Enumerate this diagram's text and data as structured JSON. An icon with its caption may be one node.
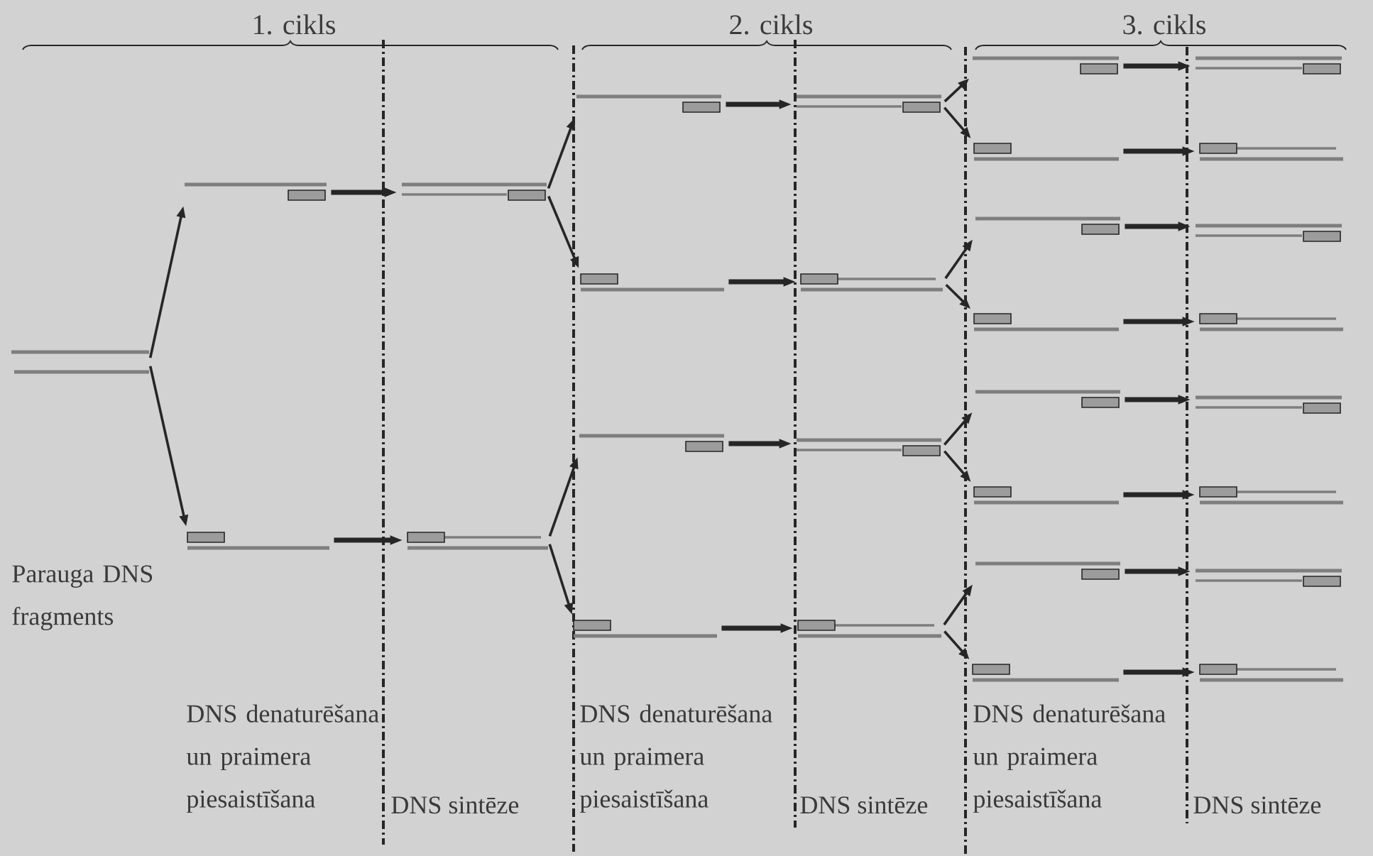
{
  "diagram": {
    "nodes": [
      {
        "text": [],
        "shape": "bar"
      },
      {
        "text": [],
        "shape": "bar"
      },
      {
        "text": [],
        "shape": "bar"
      },
      {
        "text": [],
        "shape": "bar"
      },
      {
        "text": [],
        "shape": "bar"
      },
      {
        "text": [],
        "shape": "bar"
      },
      {
        "text": [],
        "shape": "bar"
      },
      {
        "text": [],
        "shape": "bar"
      },
      {
        "text": [],
        "shape": "bar"
      },
      {
        "text": [],
        "shape": "bar"
      },
      {
        "text": [],
        "shape": "bar"
      },
      {
        "text": [],
        "shape": "bar"
      },
      {
        "text": [],
        "shape": "bar"
      },
      {
        "text": [],
        "shape": "bar"
      },
      {
        "text": [],
        "shape": "bar"
      },
      {
        "text": [],
        "shape": "bar"
      },
      {
        "text": [],
        "shape": "bar"
      },
      {
        "text": [],
        "shape": "bar"
      },
      {
        "text": [],
        "shape": "bar"
      },
      {
        "text": [],
        "shape": "bar"
      },
      {
        "text": [],
        "shape": "bar"
      },
      {
        "text": [],
        "shape": "bar"
      },
      {
        "text": [],
        "shape": "bar"
      },
      {
        "text": [],
        "shape": "bar"
      },
      {
        "text": [],
        "shape": "bar"
      },
      {
        "text": [],
        "shape": "bar"
      },
      {
        "text": [],
        "shape": "bar"
      },
      {
        "text": [],
        "shape": "bar"
      },
      {
        "text": [],
        "shape": "bar"
      }
    ],
    "edges": [
      {
        "from": 0,
        "to": 1,
        "arrow": "to"
      },
      {
        "from": 0,
        "to": 2,
        "arrow": "to"
      },
      {
        "from": 1,
        "to": 3,
        "arrow": "to",
        "style": "thick"
      },
      {
        "from": 2,
        "to": 4,
        "arrow": "to",
        "style": "thick"
      },
      {
        "from": 3,
        "to": 5,
        "arrow": "to"
      },
      {
        "from": 3,
        "to": 6,
        "arrow": "to"
      },
      {
        "from": 4,
        "to": 7,
        "arrow": "to"
      },
      {
        "from": 4,
        "to": 8,
        "arrow": "to"
      },
      {
        "from": 5,
        "to": 9,
        "arrow": "to",
        "style": "thick"
      },
      {
        "from": 6,
        "to": 10,
        "arrow": "to",
        "style": "thick"
      },
      {
        "from": 7,
        "to": 11,
        "arrow": "to",
        "style": "thick"
      },
      {
        "from": 8,
        "to": 12,
        "arrow": "to",
        "style": "thick"
      },
      {
        "from": 9,
        "to": 13,
        "arrow": "to"
      },
      {
        "from": 9,
        "to": 14,
        "arrow": "to"
      },
      {
        "from": 10,
        "to": 15,
        "arrow": "to"
      },
      {
        "from": 10,
        "to": 16,
        "arrow": "to"
      },
      {
        "from": 11,
        "to": 17,
        "arrow": "to"
      },
      {
        "from": 11,
        "to": 18,
        "arrow": "to"
      },
      {
        "from": 12,
        "to": 19,
        "arrow": "to"
      },
      {
        "from": 12,
        "to": 20,
        "arrow": "to"
      },
      {
        "from": 13,
        "to": 21,
        "arrow": "to",
        "style": "thick"
      },
      {
        "from": 14,
        "to": 22,
        "arrow": "to",
        "style": "thick"
      },
      {
        "from": 15,
        "to": 23,
        "arrow": "to",
        "style": "thick"
      },
      {
        "from": 16,
        "to": 24,
        "arrow": "to",
        "style": "thick"
      },
      {
        "from": 17,
        "to": 25,
        "arrow": "to",
        "style": "thick"
      },
      {
        "from": 18,
        "to": 26,
        "arrow": "to",
        "style": "thick"
      },
      {
        "from": 19,
        "to": 27,
        "arrow": "to",
        "style": "thick"
      },
      {
        "from": 20,
        "to": 28,
        "arrow": "to",
        "style": "thick"
      }
    ],
    "labels": [
      "1. cikls",
      "2. cikls",
      "3. cikls",
      "Parauga DNS fragments",
      "DNS denaturēšana un praimera piesaistīšana",
      "DNS sintēze",
      "DNS denaturēšana un praimera piesaistīšana",
      "DNS sintēze",
      "DNS denaturēšana un praimera piesaistīšana",
      "DNS sintēze"
    ]
  }
}
